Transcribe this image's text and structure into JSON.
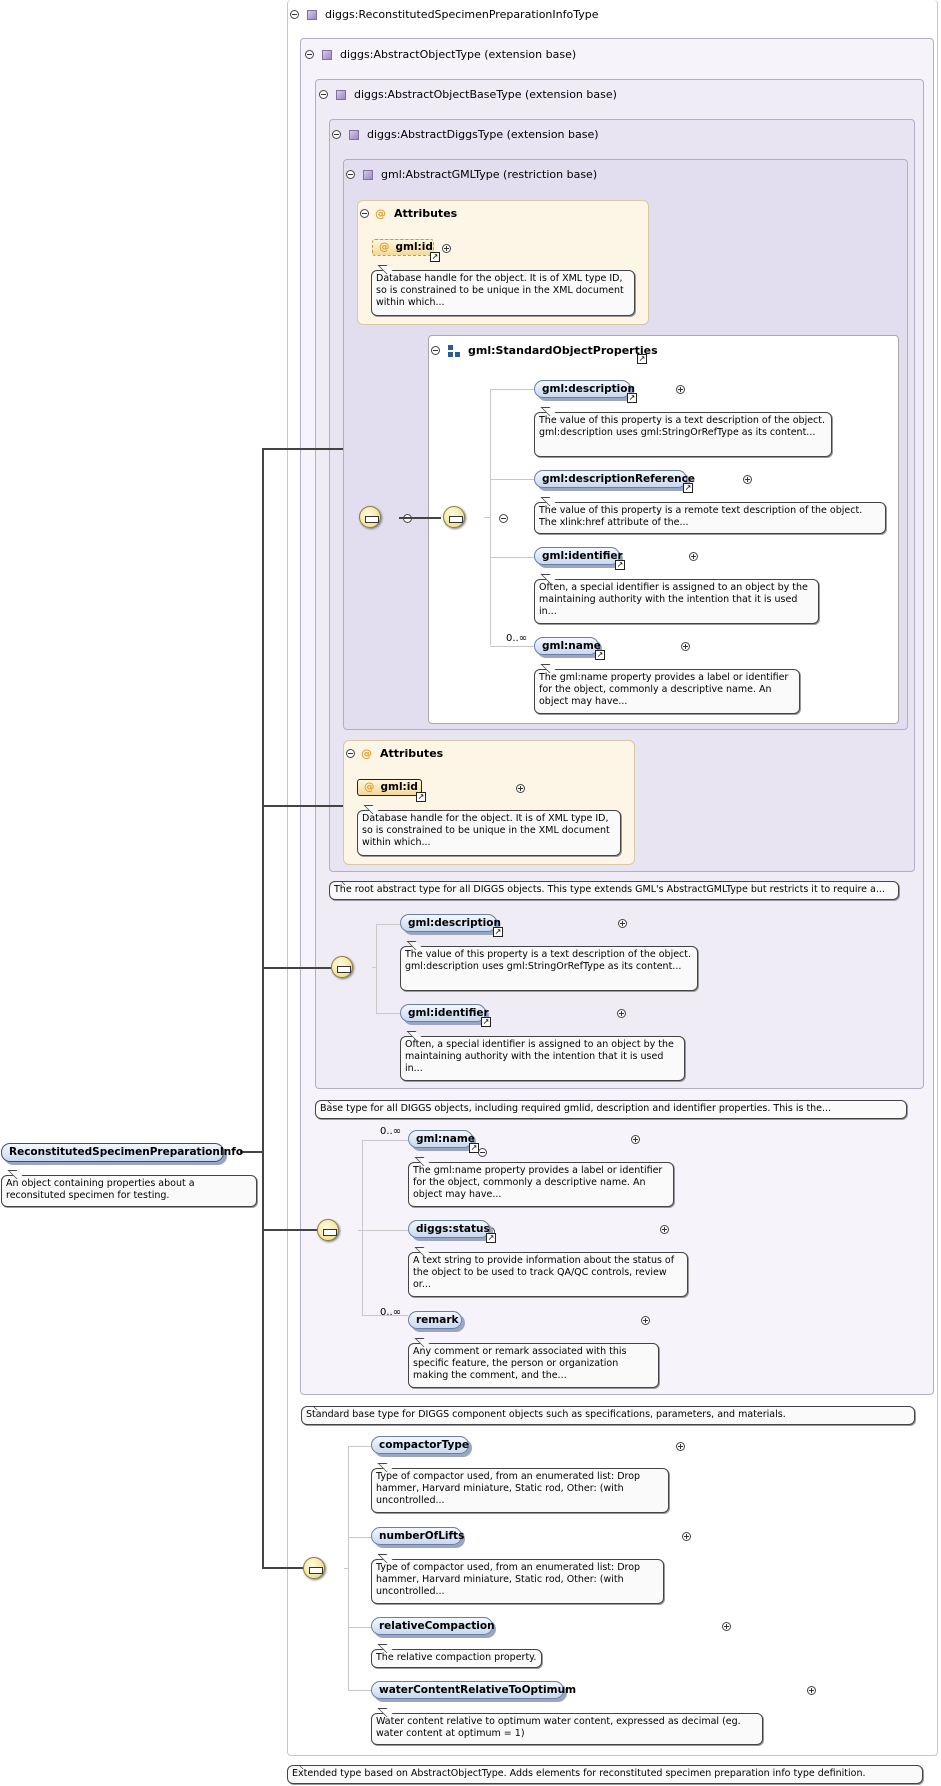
{
  "root_element": {
    "name": "ReconstitutedSpecimenPreparationInfo",
    "doc": "An object containing properties about a reconsituted specimen for testing."
  },
  "types": {
    "outer": "diggs:ReconstitutedSpecimenPreparationInfoType",
    "abstract_object": "diggs:AbstractObjectType (extension base)",
    "abstract_object_base": "diggs:AbstractObjectBaseType (extension base)",
    "abstract_diggs": "diggs:AbstractDiggsType (extension base)",
    "abstract_gml": "gml:AbstractGMLType (restriction base)"
  },
  "attributes_label": "Attributes",
  "gml_id": {
    "name": "gml:id",
    "doc": "Database handle for the object. It is of XML type ID, so is constrained to be unique in the XML document within which..."
  },
  "standard_object_properties": "gml:StandardObjectProperties",
  "gml_elements": {
    "description": {
      "name": "gml:description",
      "doc": "The value of this property is a text description of the object. gml:description uses gml:StringOrRefType as its content..."
    },
    "description_reference": {
      "name": "gml:descriptionReference",
      "doc": "The value of this property is a remote text description of the object. The xlink:href attribute of the..."
    },
    "identifier": {
      "name": "gml:identifier",
      "doc": "Often, a special identifier is assigned to an object by the maintaining authority with the intention that it is used in..."
    },
    "name": {
      "name": "gml:name",
      "doc": "The gml:name property provides a label or identifier for the object, commonly a descriptive name. An object may have..."
    }
  },
  "occurrence": "0..∞",
  "type_docs": {
    "abstract_diggs": "The root abstract type for all DIGGS objects. This type extends GML's AbstractGMLType but restricts it to require a...",
    "abstract_object_base": "Base type for all DIGGS objects, including required gmlid, description and identifier properties. This is the...",
    "abstract_object": "Standard base type for DIGGS component objects such as specifications, parameters, and materials.",
    "outer": "Extended type based on AbstractObjectType. Adds elements for reconstituted specimen preparation info type definition."
  },
  "diggs_status": {
    "name": "diggs:status",
    "doc": "A text string to provide information about the status of the object to be used to track QA/QC controls, review or..."
  },
  "remark": {
    "name": "remark",
    "doc": "Any comment or remark associated with this specific feature, the person or organization making the comment, and the..."
  },
  "compactor_type": {
    "name": "compactorType",
    "doc": "Type of compactor used, from an enumerated list: Drop hammer, Harvard miniature, Static rod, Other: (with uncontrolled..."
  },
  "number_of_lifts": {
    "name": "numberOfLifts",
    "doc": "Type of compactor used, from an enumerated list: Drop hammer, Harvard miniature, Static rod, Other: (with uncontrolled..."
  },
  "relative_compaction": {
    "name": "relativeCompaction",
    "doc": "The relative compaction property."
  },
  "water_content": {
    "name": "waterContentRelativeToOptimum",
    "doc": "Water content relative to optimum water content, expressed as decimal (eg. water content at optimum = 1)"
  }
}
